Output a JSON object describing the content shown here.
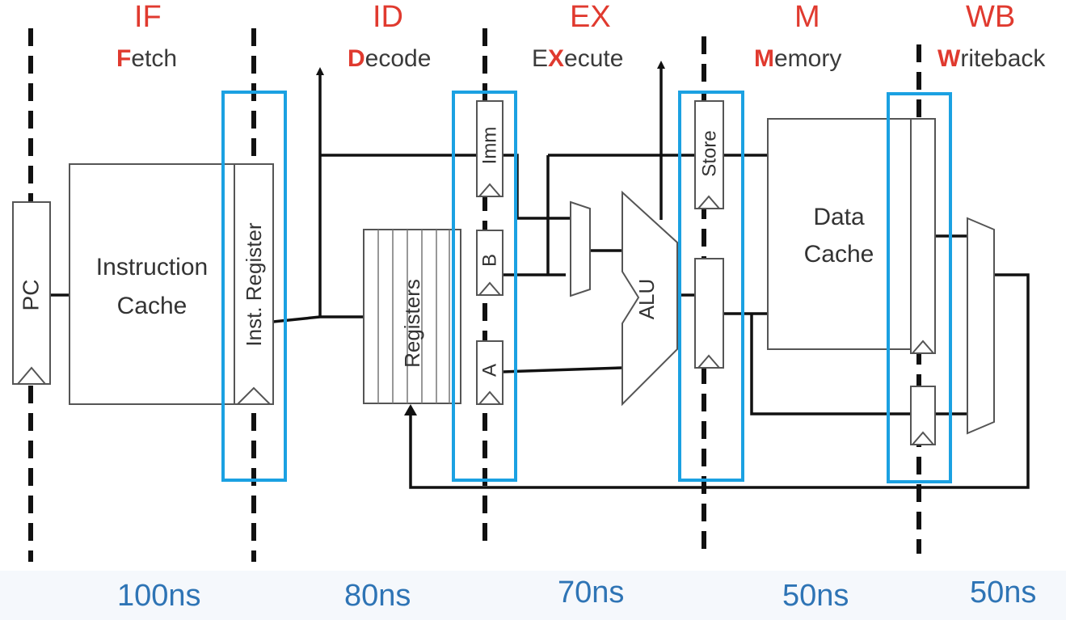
{
  "stages": [
    {
      "abbr": "IF",
      "highlight": "F",
      "rest": "etch"
    },
    {
      "abbr": "ID",
      "highlight": "D",
      "rest": "ecode"
    },
    {
      "abbr": "EX",
      "prefix": "E",
      "highlight": "X",
      "rest": "ecute"
    },
    {
      "abbr": "M",
      "highlight": "M",
      "rest": "emory"
    },
    {
      "abbr": "WB",
      "highlight": "W",
      "rest": "riteback"
    }
  ],
  "timings": [
    "100ns",
    "80ns",
    "70ns",
    "50ns",
    "50ns"
  ],
  "components": {
    "pc": "PC",
    "icache_line1": "Instruction",
    "icache_line2": "Cache",
    "inst_register": "Inst. Register",
    "registers": "Registers",
    "imm": "Imm",
    "b": "B",
    "a": "A",
    "alu": "ALU",
    "store": "Store",
    "dcache_line1": "Data",
    "dcache_line2": "Cache"
  },
  "colors": {
    "stage_label": "#e03a2f",
    "timing": "#2e74b5",
    "pipeline_register_highlight": "#1ba1e2",
    "wire": "#111111"
  }
}
